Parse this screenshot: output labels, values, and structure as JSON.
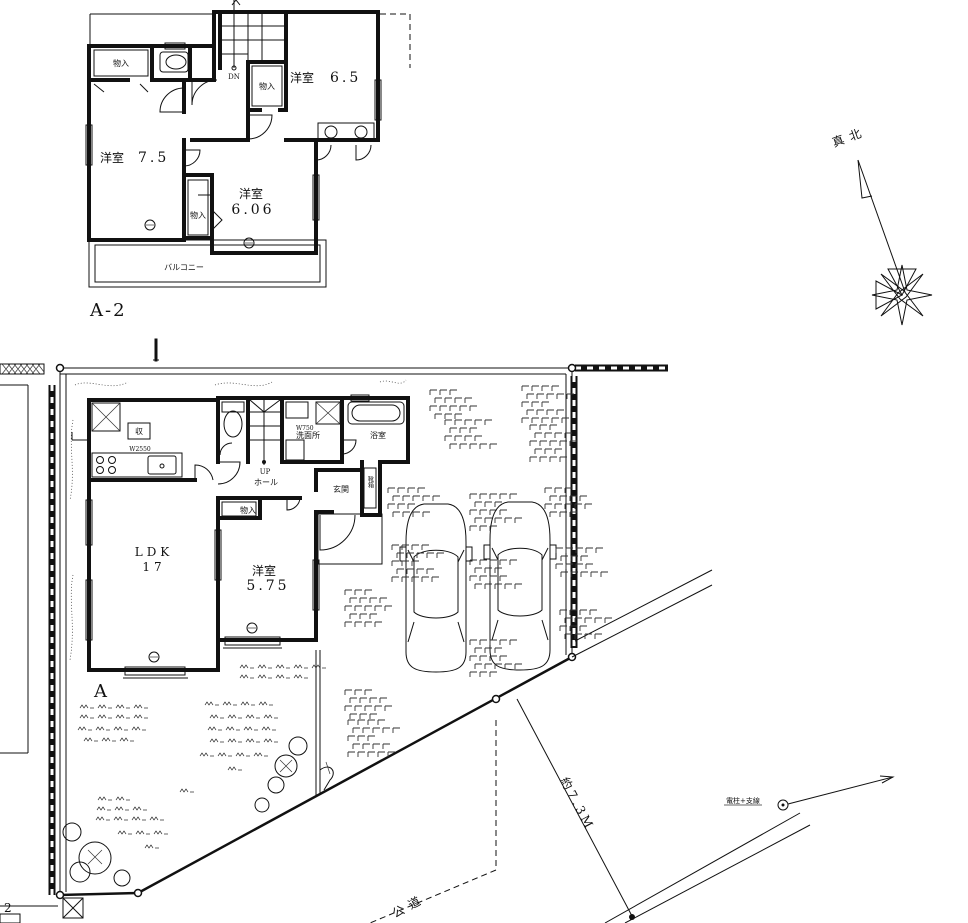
{
  "upper_floor": {
    "label": "A-2",
    "rooms": [
      {
        "name": "洋室",
        "size": "6.5"
      },
      {
        "name": "洋室",
        "size": "7.5"
      },
      {
        "name": "洋室",
        "size": "6.06"
      }
    ],
    "storage": [
      "物入",
      "物入",
      "物入"
    ],
    "stair_mark": "DN",
    "balcony": "バルコニー"
  },
  "ground_floor": {
    "label": "A",
    "ldk": {
      "name": "LDK",
      "size": "17"
    },
    "bedroom": {
      "name": "洋室",
      "size": "5.75"
    },
    "storage": "物入",
    "hall": "ホール",
    "stair_mark": "UP",
    "entrance": "玄関",
    "washroom": "洗面所",
    "washroom_width": "W750",
    "bath": "浴室",
    "kitchen_width": "W2550",
    "kitchen_storage": "収",
    "shoe_box": "靴箱"
  },
  "site": {
    "north": "真北",
    "road": "公道",
    "road_width": "約7.3M",
    "pole": "電柱+支線",
    "lot_number": "2"
  }
}
